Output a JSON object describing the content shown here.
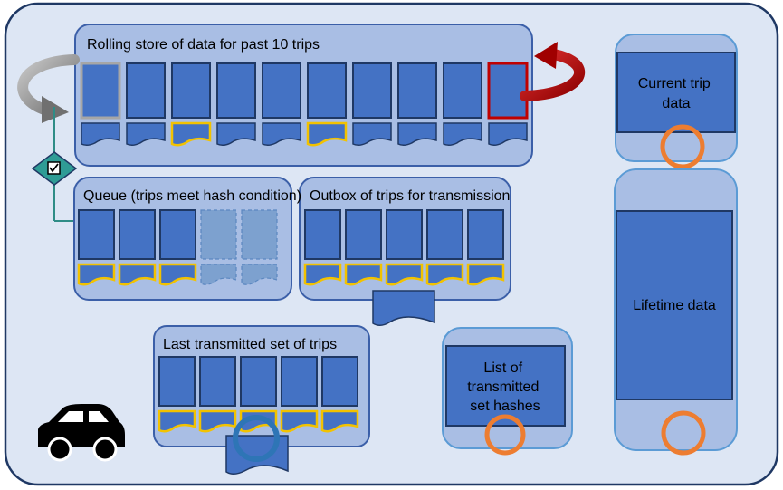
{
  "labels": {
    "rolling_store": "Rolling store of data for past 10 trips",
    "queue": "Queue (trips meet hash condition)",
    "outbox": "Outbox of trips for transmission",
    "last_transmitted": "Last transmitted set of trips",
    "hash_list": [
      "List of",
      "transmitted",
      "set hashes"
    ],
    "current_trip": [
      "Current trip",
      "data"
    ],
    "lifetime": "Lifetime data"
  },
  "icons": {
    "vehicle": "car-icon",
    "decision": "checkbox-decision-icon",
    "rotate_in": "curved-arrow-left-icon",
    "rotate_out": "curved-arrow-right-icon"
  },
  "colors": {
    "vehicle_bg": "#dde6f4",
    "container": "#a9bee4",
    "cell": "#4472c4",
    "cell_border": "#1f3864",
    "hash_border": "#f2c200",
    "new_trip_border": "#c00000",
    "oldest_trip_border": "#a6a6a6",
    "circle_orange": "#ed7d31",
    "circle_blue": "#2e75b6",
    "decision_fill": "#2f9c95"
  },
  "rolling_store": {
    "slots": 10,
    "hash_marked_slots": [
      3,
      6
    ],
    "oldest_slot": 1,
    "newest_slot": 10
  },
  "queue": {
    "filled_slots": 3,
    "empty_slots": 2
  },
  "outbox": {
    "slots": 5
  },
  "last_transmitted": {
    "slots": 5
  }
}
